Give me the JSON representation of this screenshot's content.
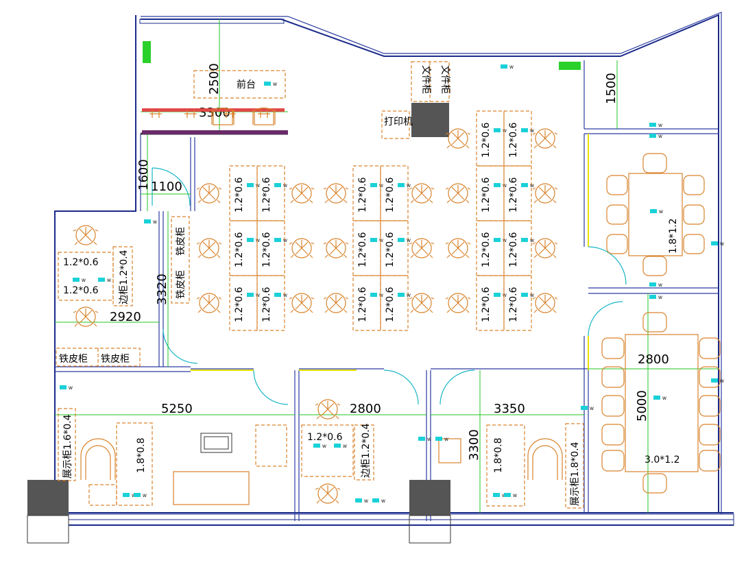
{
  "dimensions": [
    "2500",
    "3300",
    "1500",
    "1600",
    "1100",
    "3320",
    "2920",
    "5250",
    "2800",
    "3350",
    "3300",
    "2800",
    "5000"
  ],
  "rooms": {
    "reception": {
      "counter_label": "前台"
    },
    "printer": "打印机",
    "storage_cabinets": [
      "文件柜",
      "文件柜"
    ]
  },
  "desks": {
    "size_label": "1.2*0.6",
    "groups": 3,
    "rows": 3
  },
  "small_office": {
    "desk_labels": [
      "1.2*0.6",
      "1.2*0.6"
    ],
    "side_cabinet": "边柜1.2*0.4",
    "lockers": [
      "铁皮柜",
      "铁皮柜",
      "铁皮柜",
      "铁皮柜"
    ]
  },
  "boss_office": {
    "desk": "1.8*0.8",
    "display_cabinet": "展示柜1.6*0.4"
  },
  "middle_office": {
    "desk": "1.2*0.6",
    "side_cabinet": "边柜1.2*0.4"
  },
  "right_office": {
    "desk": "1.8*0.8",
    "display_cabinet": "展示柜1.8*0.4"
  },
  "meeting_small": {
    "table": "1.8*1.2"
  },
  "meeting_large": {
    "table": "3.0*1.2"
  }
}
